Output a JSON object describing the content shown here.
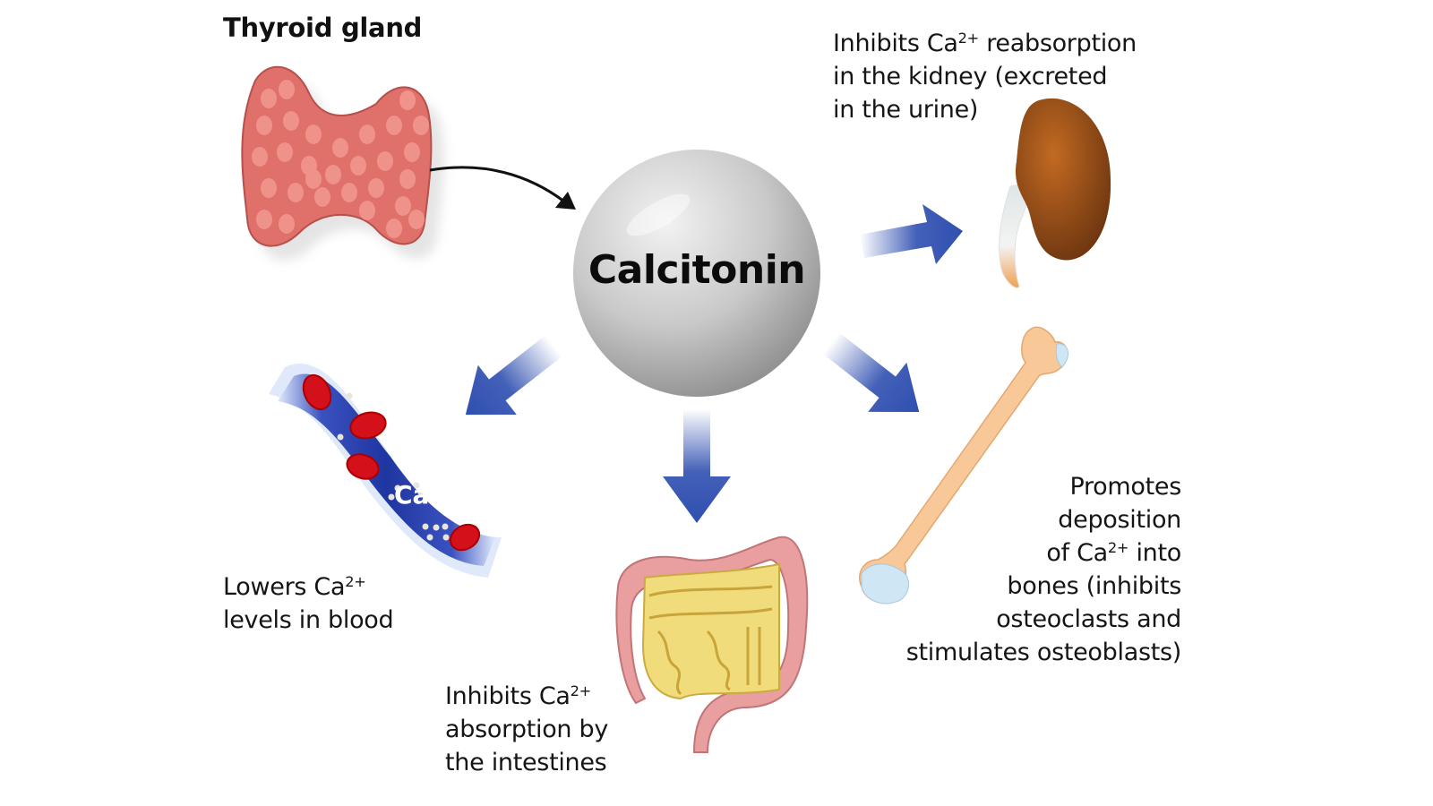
{
  "diagram": {
    "title": "Thyroid gland",
    "center": "Calcitonin",
    "ion": {
      "base": "Ca",
      "charge": "2+"
    },
    "colors": {
      "arrow_blue": "#2f4fb0",
      "thyroid": "#e0706a",
      "kidney": "#8a4a16",
      "bone": "#f9c898",
      "bone_cartilage": "#cfe6f5",
      "vessel": "#2a3fa8",
      "blood_cell": "#d4101a",
      "colon": "#e99ea0",
      "small_intestine": "#f0dc7a",
      "sphere": "#c8c8c8"
    },
    "effects": {
      "kidney": {
        "lines": [
          {
            "pre": "Inhibits Ca",
            "sup": "2+",
            "post": " reabsorption"
          },
          {
            "pre": "in the kidney (excreted",
            "sup": "",
            "post": ""
          },
          {
            "pre": "in the urine)",
            "sup": "",
            "post": ""
          }
        ]
      },
      "blood": {
        "lines": [
          {
            "pre": "Lowers Ca",
            "sup": "2+",
            "post": ""
          },
          {
            "pre": "levels in blood",
            "sup": "",
            "post": ""
          }
        ]
      },
      "intestine": {
        "lines": [
          {
            "pre": "Inhibits Ca",
            "sup": "2+",
            "post": ""
          },
          {
            "pre": "absorption by",
            "sup": "",
            "post": ""
          },
          {
            "pre": "the intestines",
            "sup": "",
            "post": ""
          }
        ]
      },
      "bone": {
        "lines": [
          {
            "pre": "Promotes",
            "sup": "",
            "post": ""
          },
          {
            "pre": "deposition",
            "sup": "",
            "post": ""
          },
          {
            "pre": "of Ca",
            "sup": "2+",
            "post": " into"
          },
          {
            "pre": "bones (inhibits",
            "sup": "",
            "post": ""
          },
          {
            "pre": "osteoclasts and",
            "sup": "",
            "post": ""
          },
          {
            "pre": "stimulates osteoblasts)",
            "sup": "",
            "post": ""
          }
        ]
      }
    }
  }
}
